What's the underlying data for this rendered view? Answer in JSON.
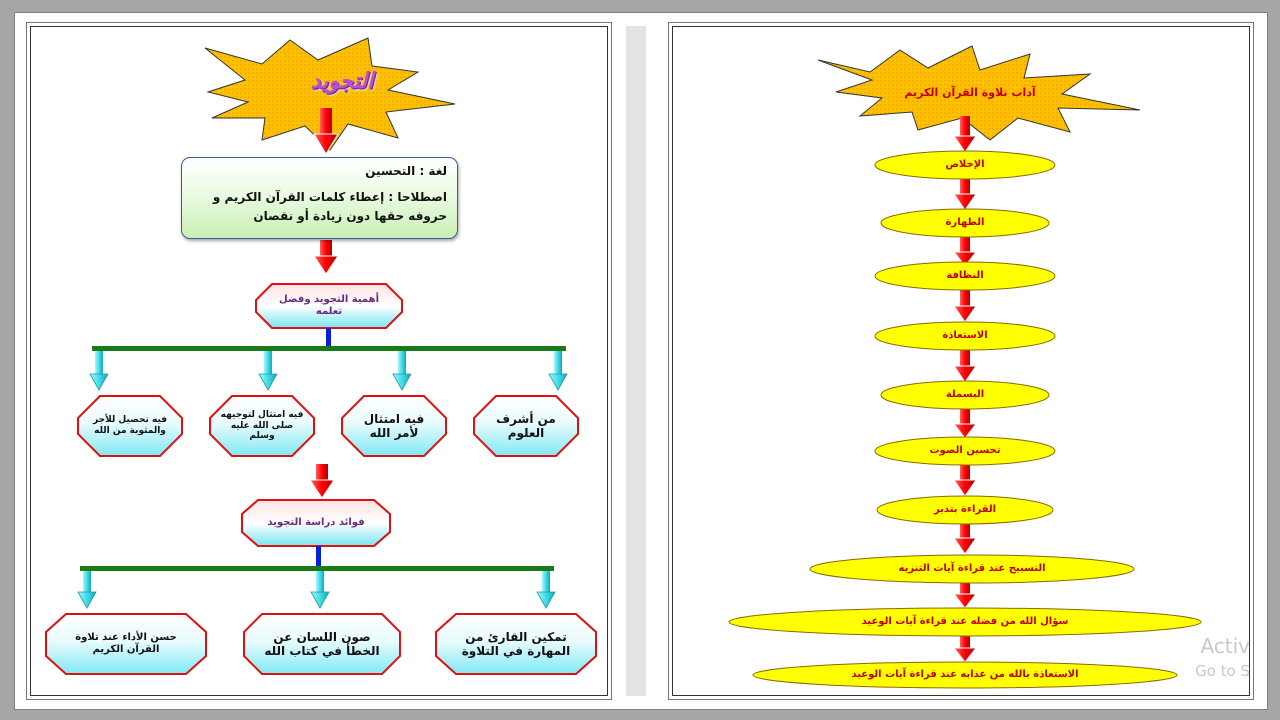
{
  "left_page": {
    "title": "التجويد",
    "definition": {
      "line1": "لغة : التحسين",
      "line2": "اصطلاحا : إعطاء كلمات القرآن الكريم و حروفه حقها دون زيادة أو نقصان"
    },
    "importance_title": "أهمية التجويد وفضل تعلمه",
    "importance_items": [
      "من أشرف العلوم",
      "فيه امتثال لأمر الله",
      "فيه امتثال لتوجيهه صلى الله عليه وسلم",
      "فيه تحصيل للأجر والمثوبة من الله"
    ],
    "benefits_title": "فوائد دراسة التجويد",
    "benefits_items": [
      "تمكين القارئ من المهارة في التلاوة",
      "صون اللسان عن الخطأ في كتاب الله",
      "حسن الأداء عند تلاوة القرآن الكريم"
    ]
  },
  "right_page": {
    "title": "آداب تلاوة القرآن الكريم",
    "items": [
      "الإخلاص",
      "الطهارة",
      "النظافة",
      "الاستعاذة",
      "البسملة",
      "تحسين الصوت",
      "القراءة بتدبر",
      "التسبيح عند قراءة آيات التنزيه",
      "سؤال الله من فضله عند قراءة آيات الوعيد",
      "الاستعاذة بالله من عذابه عند قراءة آيات الوعيد"
    ]
  },
  "watermark": {
    "line1": "Activ",
    "line2": "Go to S"
  },
  "colors": {
    "arrow_red": "#ff1a1a",
    "arrow_cyan": "#4fe3ee",
    "connector_green": "#1a7a1a",
    "connector_blue": "#0a1fd8",
    "octagon_border": "#e01010",
    "oval_fill": "#ffff00",
    "star_fill": "#ffc000"
  }
}
